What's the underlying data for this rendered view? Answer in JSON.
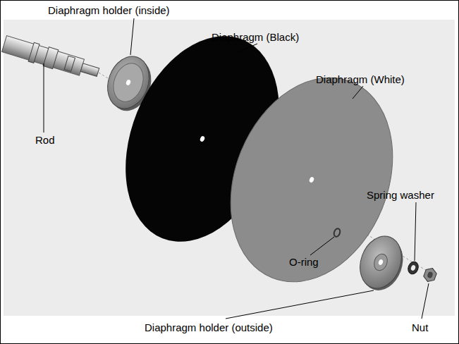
{
  "diagram": {
    "labels": [
      "Diaphragm holder (inside)",
      "Diaphragm (Black)",
      "Diaphragm (White)",
      "Rod",
      "Spring washer",
      "O-ring",
      "Diaphragm holder (outside)",
      "Nut"
    ]
  }
}
